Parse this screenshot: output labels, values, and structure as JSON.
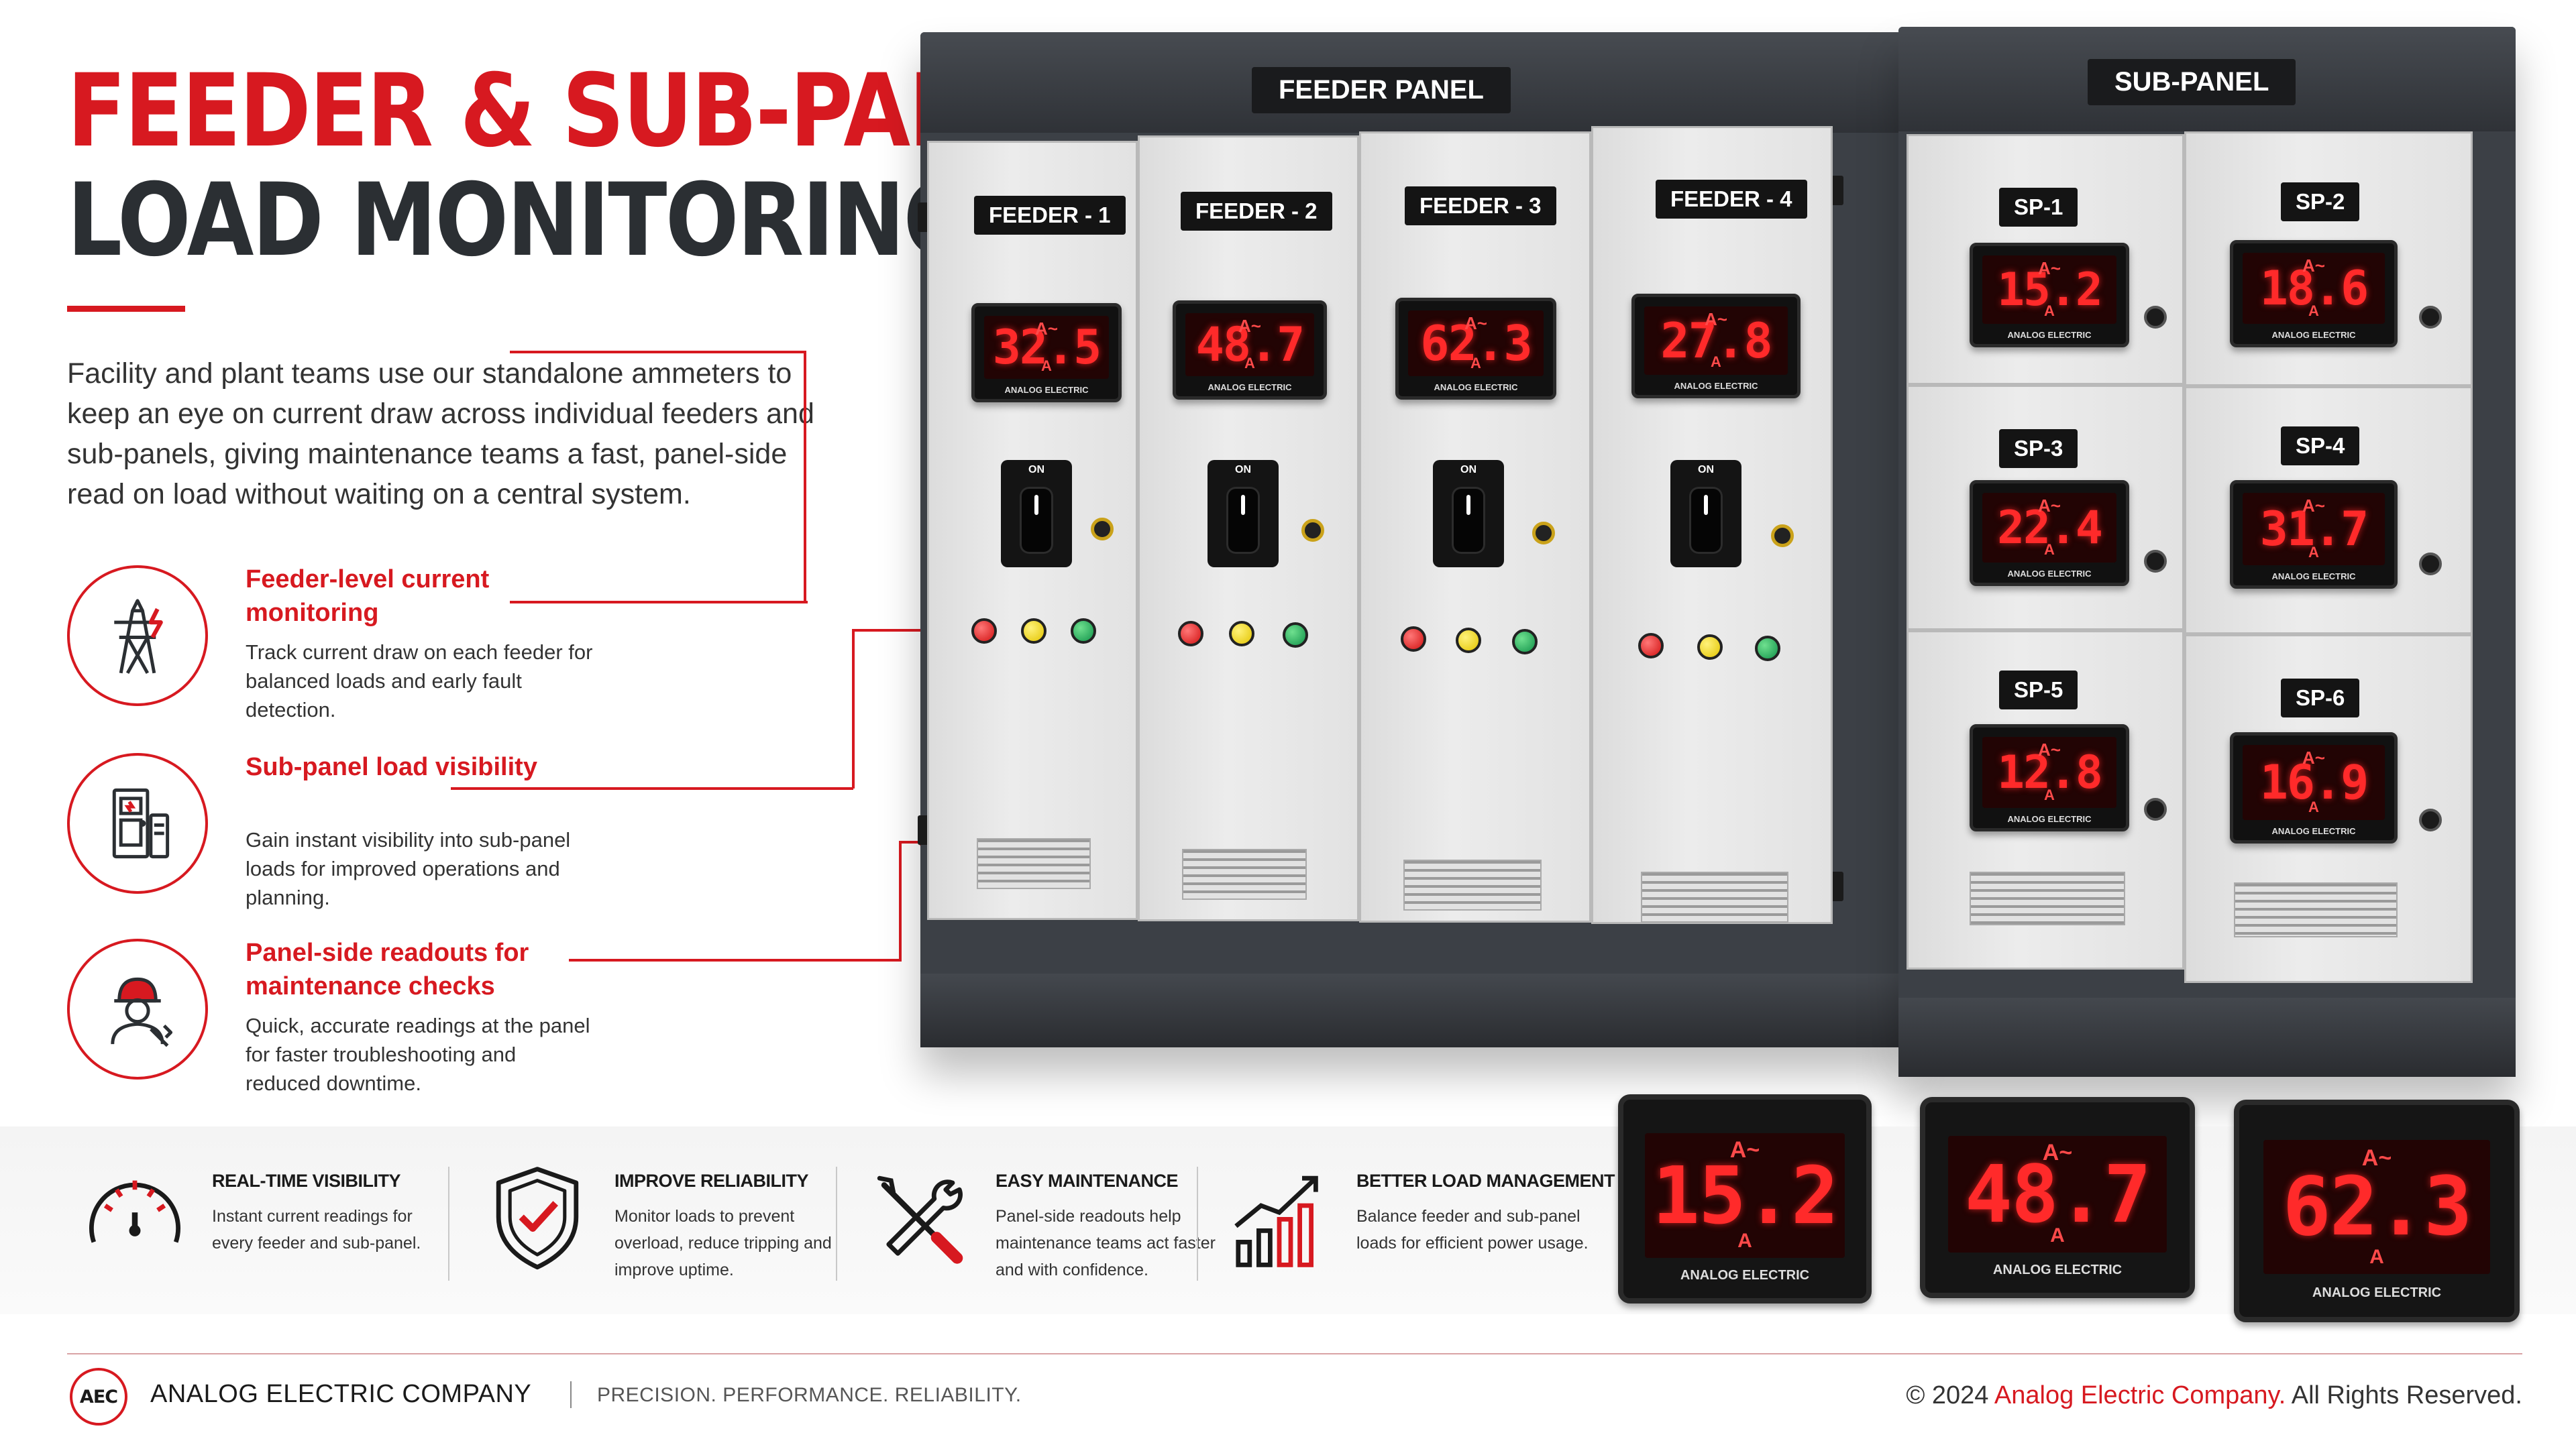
{
  "hero": {
    "title_line1": "FEEDER & SUB-PANEL",
    "title_line2": "LOAD MONITORING",
    "intro": "Facility and plant teams use our standalone ammeters to keep an eye on current draw across individual feeders and sub-panels, giving maintenance teams a fast, panel-side read on load without waiting on a central system."
  },
  "features": [
    {
      "title": "Feeder-level current monitoring",
      "desc": "Track current draw on each feeder for balanced loads and early fault detection.",
      "icon": "power-tower-icon"
    },
    {
      "title": "Sub-panel load visibility",
      "desc": "Gain instant visibility into sub-panel loads for improved operations and planning.",
      "icon": "electrical-panel-icon"
    },
    {
      "title": "Panel-side readouts for maintenance checks",
      "desc": "Quick, accurate readings at the panel for faster troubleshooting and reduced downtime.",
      "icon": "technician-icon"
    }
  ],
  "feeder_panel": {
    "label": "FEEDER PANEL",
    "feeders": [
      {
        "tag": "FEEDER - 1",
        "reading": "32.5"
      },
      {
        "tag": "FEEDER - 2",
        "reading": "48.7"
      },
      {
        "tag": "FEEDER - 3",
        "reading": "62.3"
      },
      {
        "tag": "FEEDER - 4",
        "reading": "27.8"
      }
    ],
    "switch_label": "ON"
  },
  "sub_panel": {
    "label": "SUB-PANEL",
    "panels": [
      {
        "tag": "SP-1",
        "reading": "15.2"
      },
      {
        "tag": "SP-2",
        "reading": "18.6"
      },
      {
        "tag": "SP-3",
        "reading": "22.4"
      },
      {
        "tag": "SP-4",
        "reading": "31.7"
      },
      {
        "tag": "SP-5",
        "reading": "12.8"
      },
      {
        "tag": "SP-6",
        "reading": "16.9"
      }
    ]
  },
  "meter": {
    "unit_top": "A~",
    "unit_bottom": "A",
    "brand": "ANALOG ELECTRIC"
  },
  "product_meters": [
    {
      "reading": "15.2"
    },
    {
      "reading": "48.7"
    },
    {
      "reading": "62.3"
    }
  ],
  "benefits": [
    {
      "title": "REAL-TIME VISIBILITY",
      "desc": "Instant current readings for every feeder and sub-panel.",
      "icon": "gauge-icon"
    },
    {
      "title": "IMPROVE RELIABILITY",
      "desc": "Monitor loads to prevent overload, reduce tripping and improve uptime.",
      "icon": "shield-check-icon"
    },
    {
      "title": "EASY MAINTENANCE",
      "desc": "Panel-side readouts help maintenance teams act faster and with confidence.",
      "icon": "tools-icon"
    },
    {
      "title": "BETTER LOAD MANAGEMENT",
      "desc": "Balance feeder and sub-panel loads for efficient power usage.",
      "icon": "growth-chart-icon"
    }
  ],
  "footer": {
    "logo_text": "AEC",
    "company": "ANALOG ELECTRIC COMPANY",
    "tagline": "PRECISION. PERFORMANCE. RELIABILITY.",
    "copyright_prefix": "© 2024 ",
    "copyright_company": "Analog Electric Company.",
    "copyright_suffix": " All Rights Reserved."
  },
  "colors": {
    "accent": "#d71920",
    "dark": "#2b2f33",
    "display": "#ff2a2a"
  }
}
